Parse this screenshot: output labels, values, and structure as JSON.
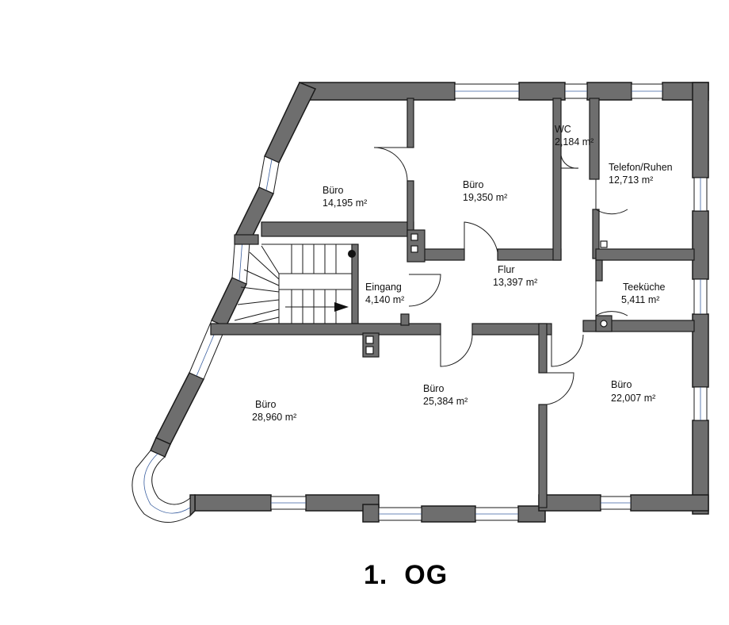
{
  "floor_title": "1.  OG",
  "rooms": [
    {
      "key": "buero_14",
      "name": "Büro",
      "area": "14,195 m²"
    },
    {
      "key": "buero_19",
      "name": "Büro",
      "area": "19,350 m²"
    },
    {
      "key": "wc",
      "name": "WC",
      "area": "2,184 m²"
    },
    {
      "key": "telefon",
      "name": "Telefon/Ruhen",
      "area": "12,713 m²"
    },
    {
      "key": "flur",
      "name": "Flur",
      "area": "13,397 m²"
    },
    {
      "key": "eingang",
      "name": "Eingang",
      "area": "4,140 m²"
    },
    {
      "key": "teekueche",
      "name": "Teeküche",
      "area": "5,411 m²"
    },
    {
      "key": "buero_28",
      "name": "Büro",
      "area": "28,960 m²"
    },
    {
      "key": "buero_25",
      "name": "Büro",
      "area": "25,384 m²"
    },
    {
      "key": "buero_22",
      "name": "Büro",
      "area": "22,007 m²"
    }
  ]
}
